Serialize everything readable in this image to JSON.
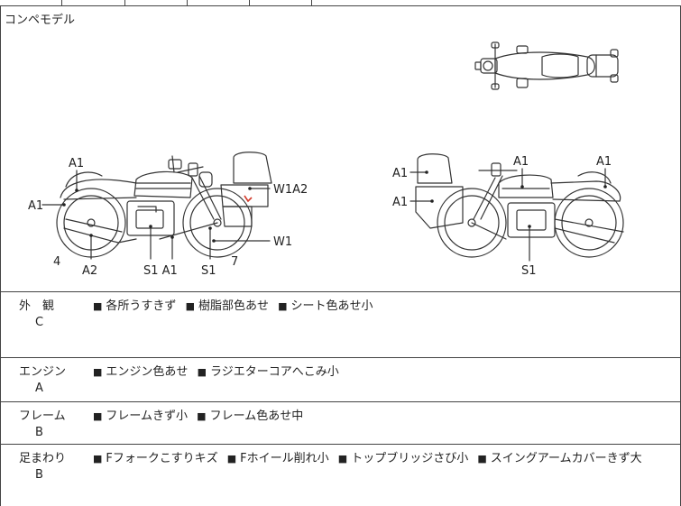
{
  "diagram": {
    "title": "コンペモデル",
    "labels_left": {
      "a1_top": "A1",
      "a1_side": "A1",
      "w1a2": "W1A2",
      "w1": "W1",
      "n4": "4",
      "a2": "A2",
      "s1a1": "S1 A1",
      "s1": "S1",
      "n7": "7"
    },
    "labels_right": {
      "a1_box_top": "A1",
      "a1_box_bottom": "A1",
      "a1_tank": "A1",
      "a1_seat": "A1",
      "s1": "S1"
    },
    "damage_mark_color": "#d23a2a"
  },
  "rows": [
    {
      "category": "外　観",
      "grade": "C",
      "items": [
        "各所うすきず",
        "樹脂部色あせ",
        "シート色あせ小"
      ]
    },
    {
      "category": "エンジン",
      "grade": "A",
      "items": [
        "エンジン色あせ",
        "ラジエターコアへこみ小"
      ]
    },
    {
      "category": "フレーム",
      "grade": "B",
      "items": [
        "フレームきず小",
        "フレーム色あせ中"
      ]
    },
    {
      "category": "足まわり",
      "grade": "B",
      "items": [
        "Fフォークこすりキズ",
        "Fホイール削れ小",
        "トップブリッジさび小",
        "スイングアームカバーきず大"
      ]
    }
  ],
  "bullet_glyph": "■"
}
